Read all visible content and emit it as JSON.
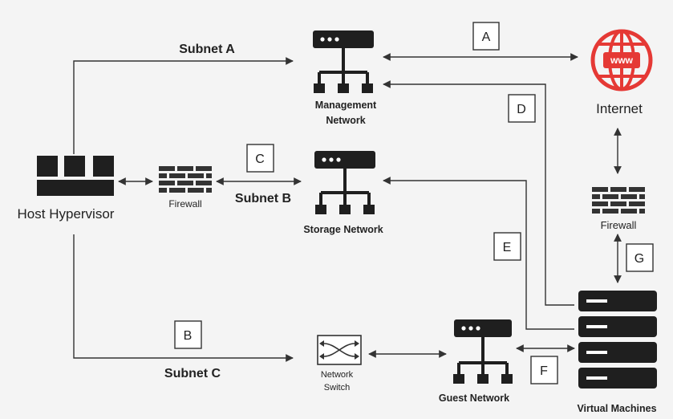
{
  "nodes": {
    "host": "Host Hypervisor",
    "firewall_left": "Firewall",
    "firewall_right": "Firewall",
    "management": [
      "Management",
      "Network"
    ],
    "storage": "Storage Network",
    "guest": "Guest Network",
    "switch": [
      "Network",
      "Switch"
    ],
    "internet": "Internet",
    "internet_glyph": "www",
    "vms": "Virtual Machines"
  },
  "subnets": {
    "a": "Subnet A",
    "b": "Subnet B",
    "c": "Subnet C"
  },
  "markers": [
    "A",
    "B",
    "C",
    "D",
    "E",
    "F",
    "G"
  ],
  "colors": {
    "line": "#333333",
    "icon": "#1f1f1f",
    "internet": "#e53935",
    "box_border": "#333333"
  }
}
